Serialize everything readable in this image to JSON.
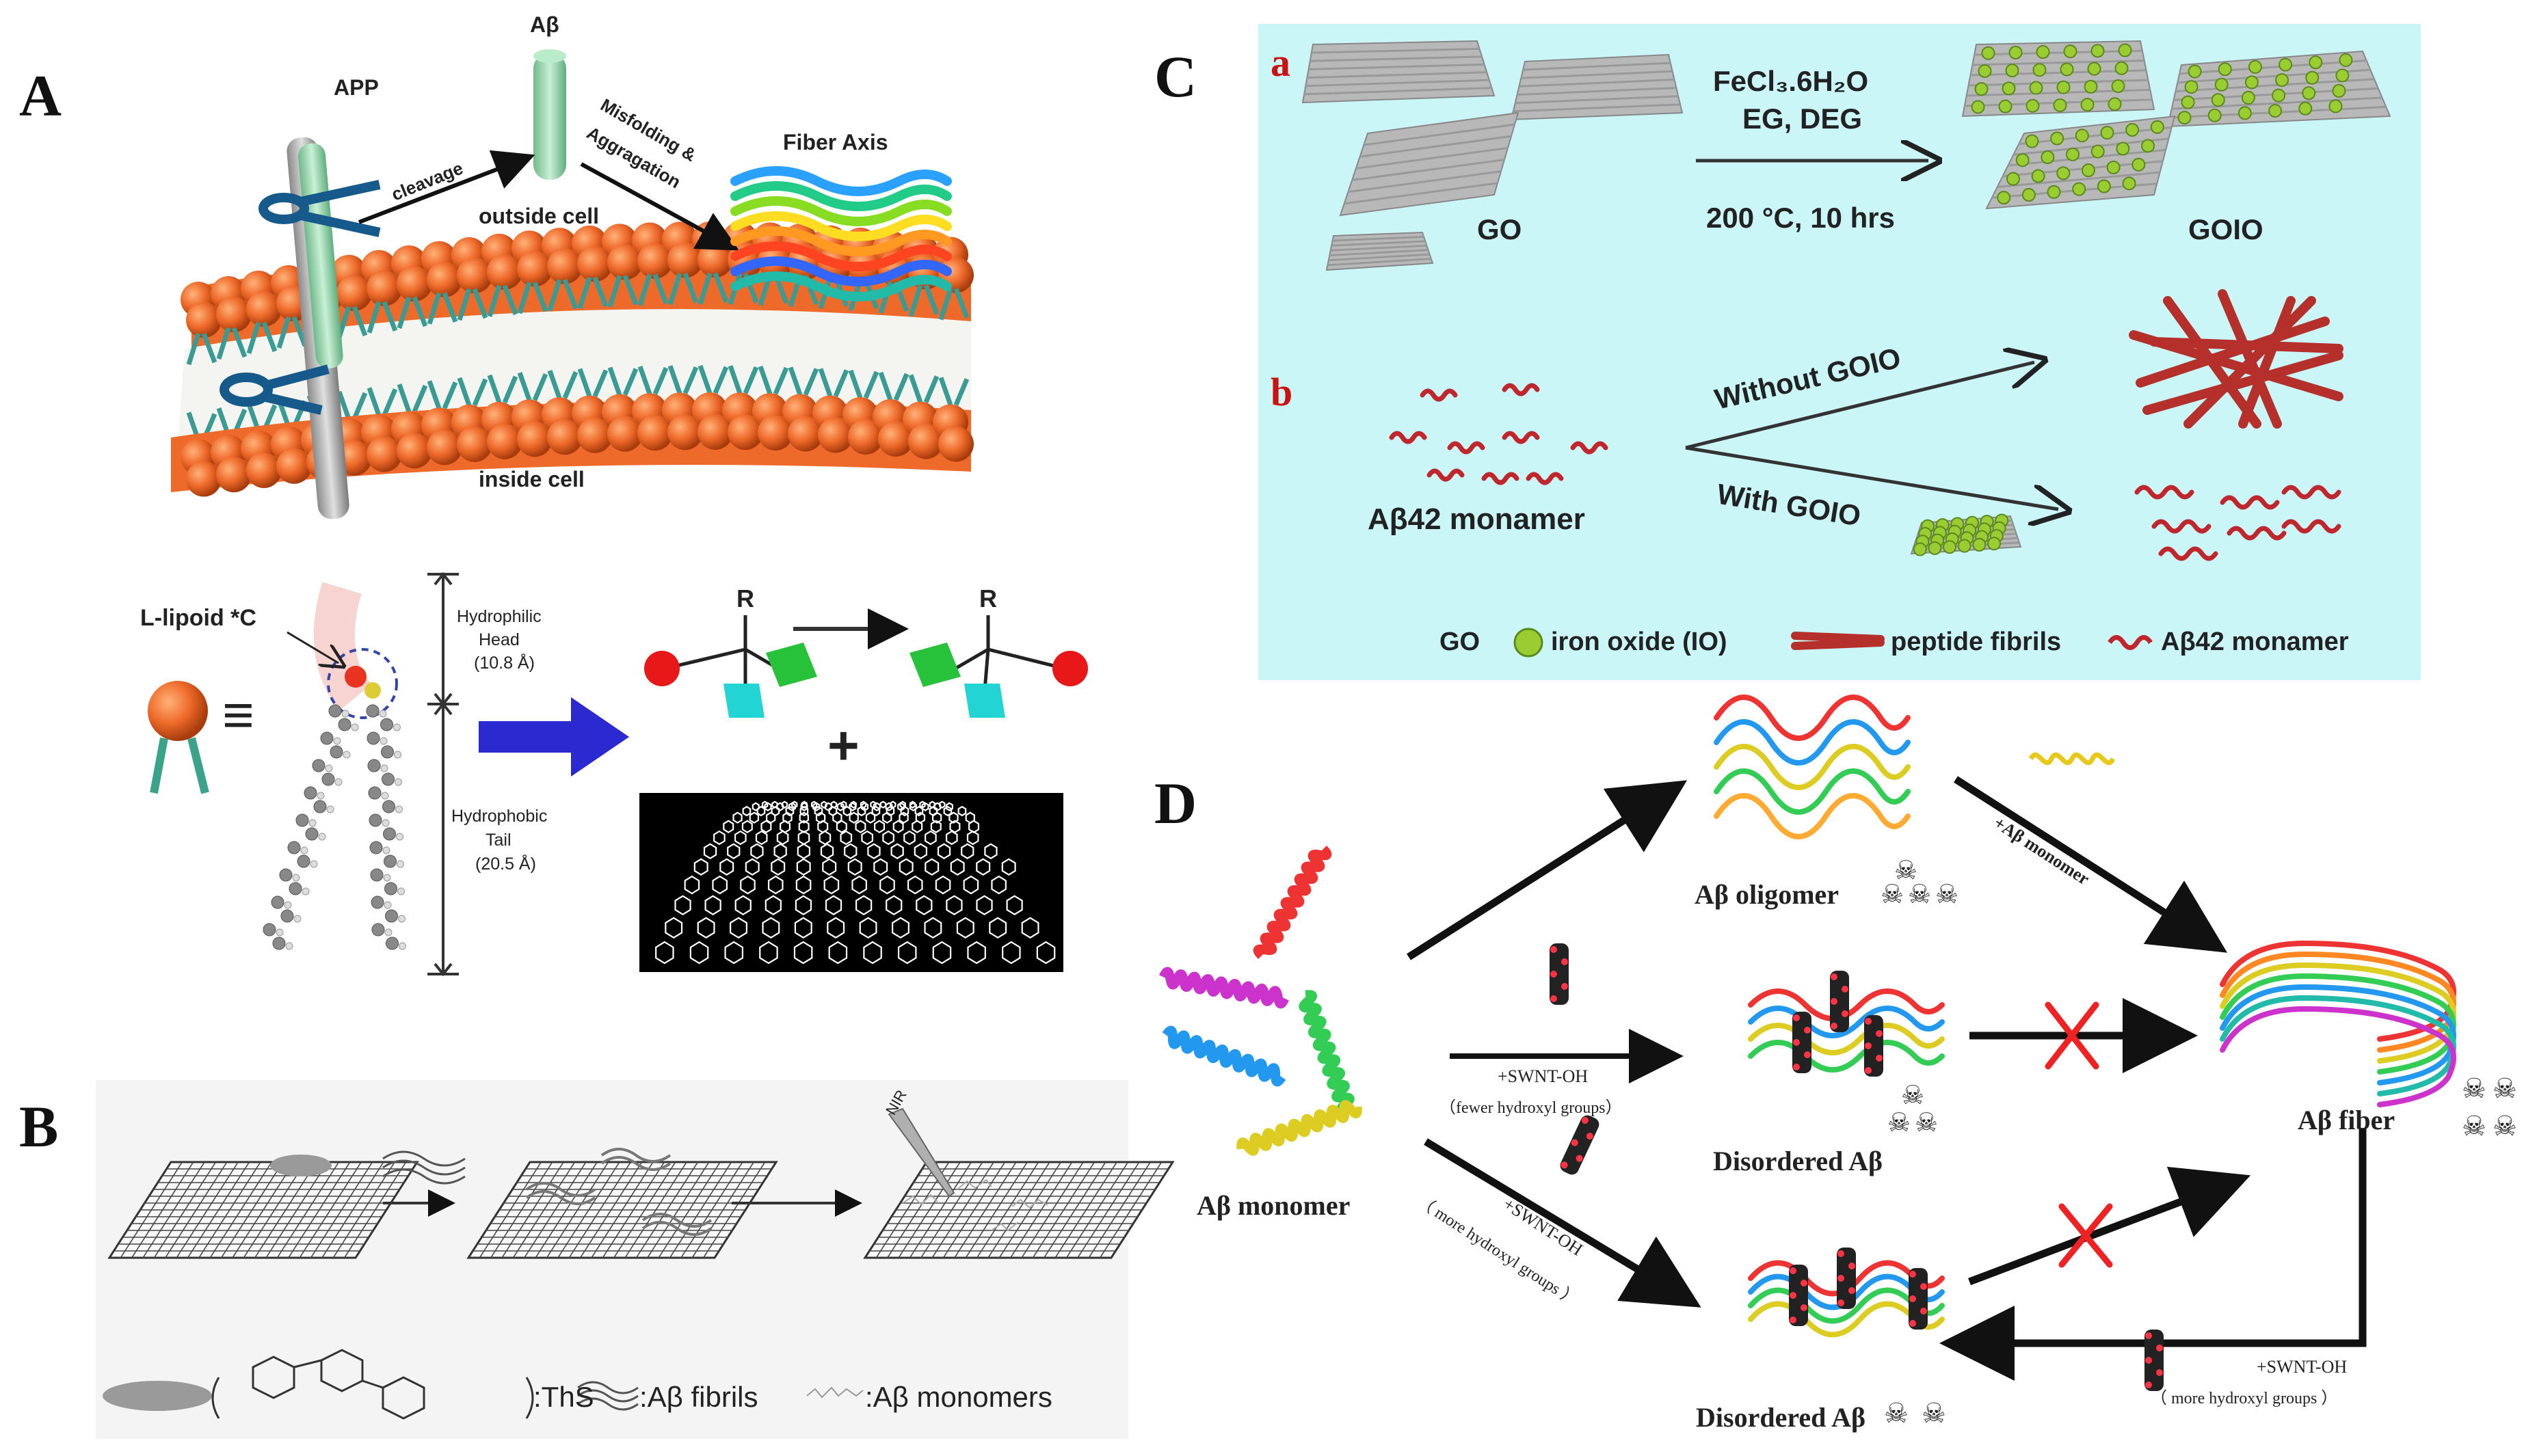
{
  "panels": {
    "A": {
      "letter": "A",
      "labels": {
        "abeta": "Aβ",
        "app": "APP",
        "cleavage": "cleavage",
        "misfolding": "Misfolding &",
        "aggregation": "Aggragation",
        "fiber_axis": "Fiber Axis",
        "outside_cell": "outside cell",
        "inside_cell": "inside cell",
        "l_lipoid": "L-lipoid *C",
        "hydrophilic": "Hydrophilic",
        "head": "Head",
        "head_len": "(10.8 Å)",
        "hydrophobic": "Hydrophobic",
        "tail": "Tail",
        "tail_len": "(20.5 Å)",
        "r_left": "R",
        "r_right": "R",
        "plus": "+",
        "equiv": "≡"
      },
      "colors": {
        "lipid": "#ee6a2a",
        "app": "#9fd8b0",
        "arrow_blue": "#2b2ad1"
      }
    },
    "B": {
      "letter": "B",
      "labels": {
        "nir": "NIR",
        "ths": ":ThS",
        "fibrils": ":Aβ fibrils",
        "monomers": ":Aβ monomers"
      }
    },
    "C": {
      "letter": "C",
      "sub_a": "a",
      "sub_b": "b",
      "labels": {
        "fecl": "FeCl₃.6H₂O",
        "eg_deg": "EG, DEG",
        "temp": "200 °C, 10 hrs",
        "go": "GO",
        "goio": "GOIO",
        "without": "Without GOIO",
        "with": "With GOIO",
        "monamer": "Aβ42 monamer"
      },
      "legend": {
        "go": "GO",
        "iron_oxide": "iron oxide (IO)",
        "fibrils": "peptide fibrils",
        "monamer": "Aβ42 monamer"
      },
      "colors": {
        "background": "#cbf6f8",
        "sublabel": "#cc1111",
        "fibril": "#b5302b",
        "iron": "#9acd32"
      }
    },
    "D": {
      "letter": "D",
      "labels": {
        "oligomer": "Aβ oligomer",
        "monomer": "Aβ monomer",
        "fiber": "Aβ fiber",
        "disordered_mid": "Disordered Aβ",
        "disordered_bottom": "Disordered Aβ",
        "plus_monomer": "+Aβ monomer",
        "swnt1": "+SWNT-OH",
        "swnt1_note": "（fewer hydroxyl groups）",
        "swnt2": "+SWNT-OH",
        "swnt2_note": "（ more hydroxyl groups ）",
        "swnt3": "+SWNT-OH",
        "swnt3_note": "（ more hydroxyl groups ）",
        "skull": "☠"
      },
      "colors": {
        "cross": "#ee2222"
      }
    }
  }
}
